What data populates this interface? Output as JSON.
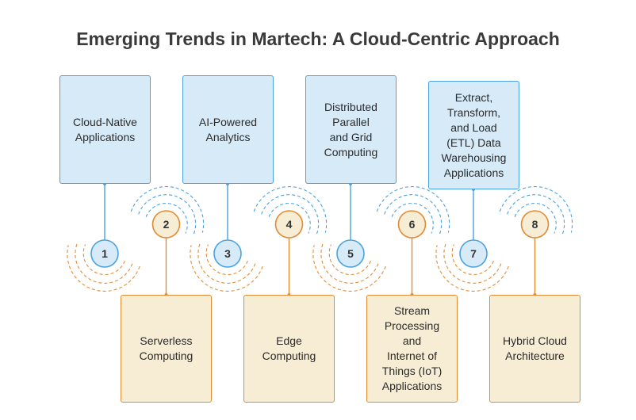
{
  "title": "Emerging Trends in Martech: A Cloud-Centric Approach",
  "colors": {
    "blue_fill": "#d6eaf8",
    "blue_stroke": "#4aa3df",
    "orange_fill": "#f7ecd4",
    "orange_stroke": "#e38b33",
    "text": "#2b2b2b"
  },
  "steps": [
    {
      "number": "1",
      "label": "Cloud-Native\nApplications",
      "color": "blue"
    },
    {
      "number": "2",
      "label": "Serverless\nComputing",
      "color": "orange"
    },
    {
      "number": "3",
      "label": "AI-Powered\nAnalytics",
      "color": "blue"
    },
    {
      "number": "4",
      "label": "Edge\nComputing",
      "color": "orange"
    },
    {
      "number": "5",
      "label": "Distributed\nParallel\nand Grid\nComputing",
      "color": "blue"
    },
    {
      "number": "6",
      "label": "Stream\nProcessing\nand\nInternet of\nThings (IoT)\nApplications",
      "color": "orange"
    },
    {
      "number": "7",
      "label": "Extract,\nTransform,\nand Load\n(ETL) Data\nWarehousing\nApplications",
      "color": "blue"
    },
    {
      "number": "8",
      "label": "Hybrid Cloud\nArchitecture",
      "color": "orange"
    }
  ]
}
